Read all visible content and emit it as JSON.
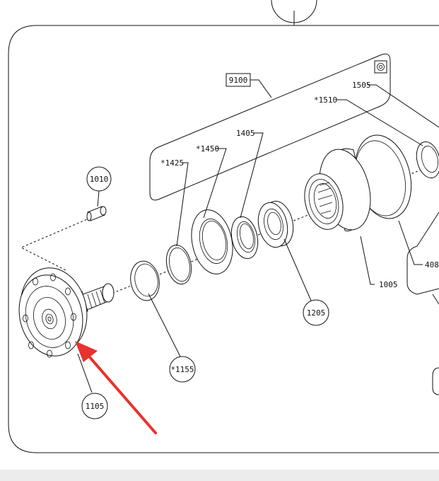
{
  "diagram": {
    "part_labels": {
      "p1010": "1010",
      "p1105": "1105",
      "p1155": "*1155",
      "p1425": "*1425",
      "p1450": "*1450",
      "p1405": "1405",
      "p1205": "1205",
      "p1005": "1005",
      "p1510": "*1510",
      "p1505": "1505",
      "p9100": "9100",
      "p408": "408"
    },
    "colors": {
      "line": "#111111",
      "annotation_arrow": "#e8322f",
      "footer_bar": "#ececec"
    },
    "icons": [
      "ring-symbol-icon"
    ]
  }
}
